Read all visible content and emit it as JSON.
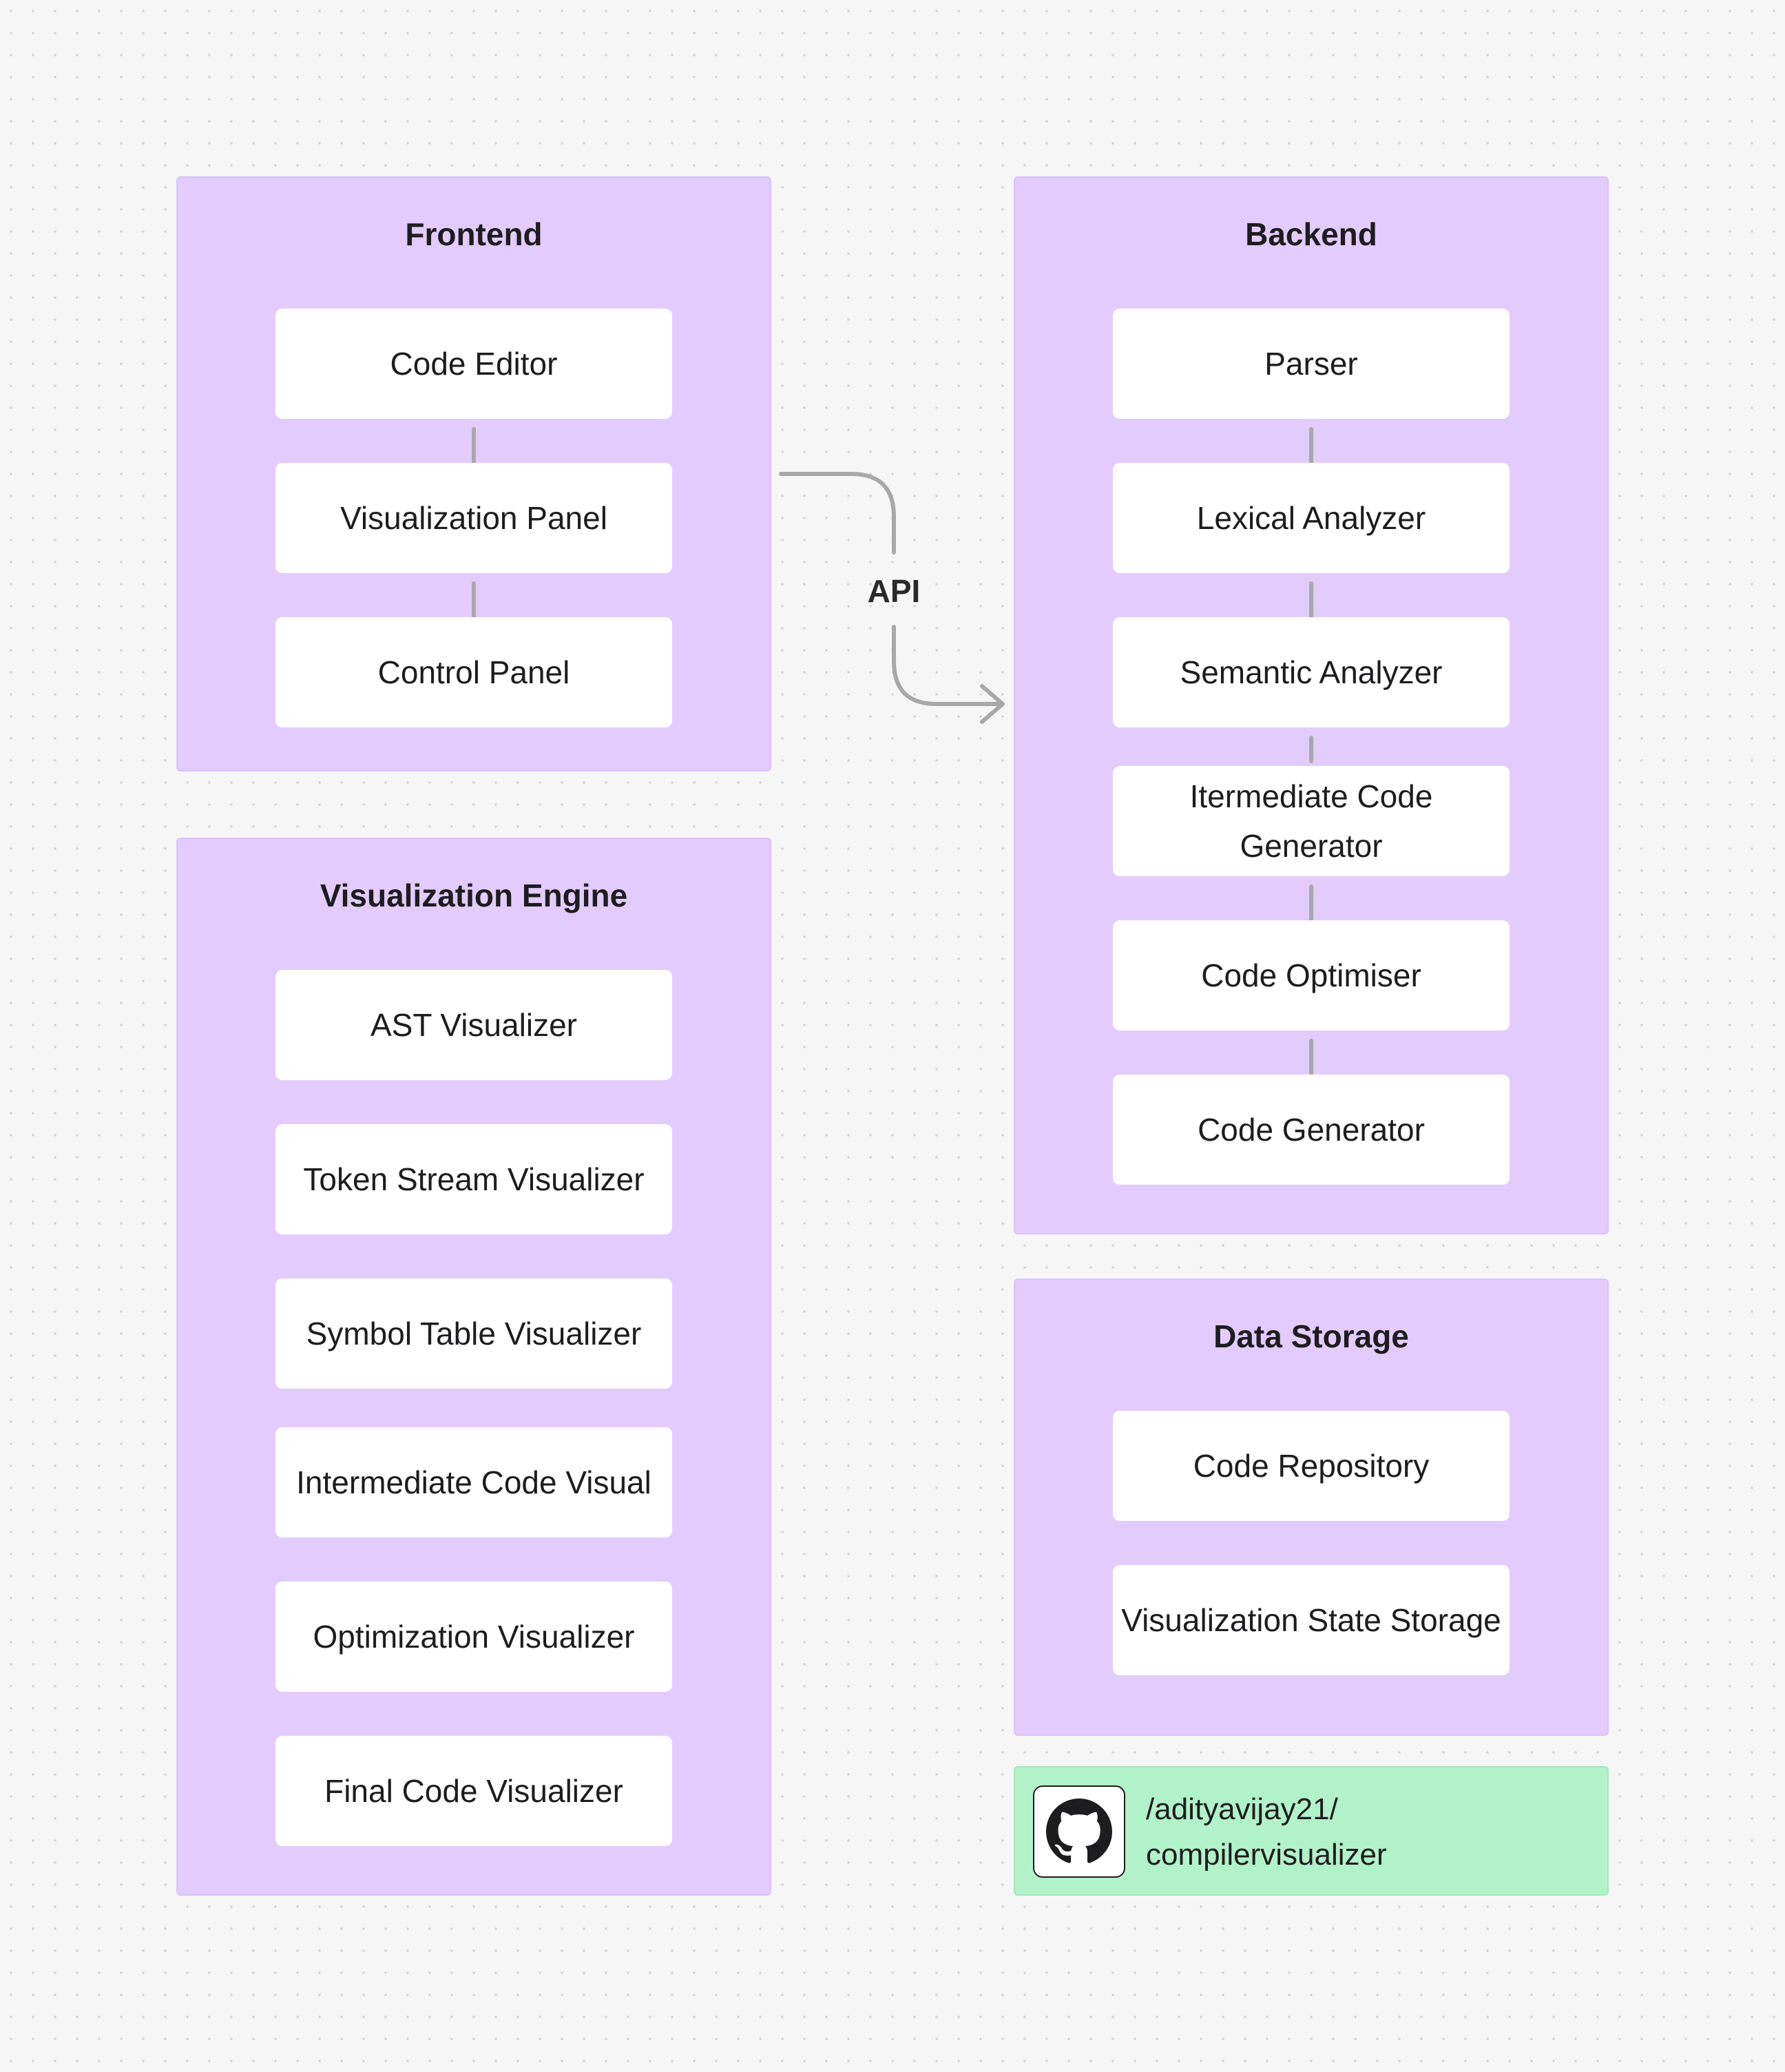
{
  "frontend": {
    "title": "Frontend",
    "nodes": [
      "Code Editor",
      "Visualization Panel",
      "Control Panel"
    ]
  },
  "backend": {
    "title": "Backend",
    "nodes": [
      "Parser",
      "Lexical Analyzer",
      "Semantic Analyzer",
      "Itermediate Code\nGenerator",
      "Code Optimiser",
      "Code Generator"
    ]
  },
  "engine": {
    "title": "Visualization Engine",
    "nodes": [
      "AST Visualizer",
      "Token Stream Visualizer",
      "Symbol Table Visualizer",
      "Intermediate Code Visual",
      "Optimization Visualizer",
      "Final Code Visualizer"
    ]
  },
  "storage": {
    "title": "Data Storage",
    "nodes": [
      "Code Repository",
      "Visualization State Storage"
    ]
  },
  "connector": {
    "label": "API"
  },
  "repo": {
    "icon": "github-icon",
    "line1": "/adityavijay21/",
    "line2": "compilervisualizer"
  },
  "colors": {
    "group_fill": "#e3ccfd",
    "node_fill": "#ffffff",
    "connector": "#a8a8a8",
    "repo_fill": "#b2f2c8",
    "background": "#f6f6f6"
  }
}
